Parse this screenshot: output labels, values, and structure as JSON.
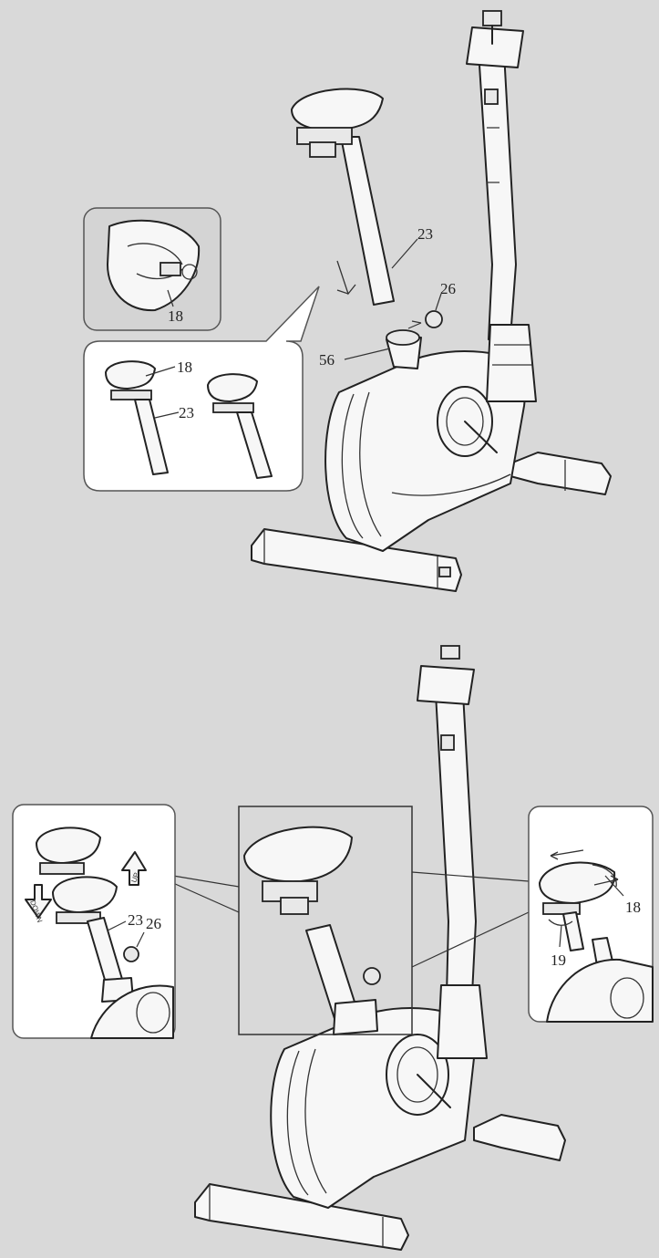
{
  "step1": {
    "labels": {
      "seat_post": "23",
      "knob": "26",
      "sleeve": "56",
      "inset_seat": "18",
      "inset_detail_seat": "18",
      "inset_detail_post": "23"
    }
  },
  "step2": {
    "labels": {
      "left_post": "23",
      "left_knob": "26",
      "right_seat": "18",
      "right_lever": "19"
    },
    "arrows": {
      "up": "UP",
      "down": "DOWN"
    }
  },
  "colors": {
    "background": "#d9d9d9",
    "line": "#222222",
    "panel": "#ffffff"
  }
}
